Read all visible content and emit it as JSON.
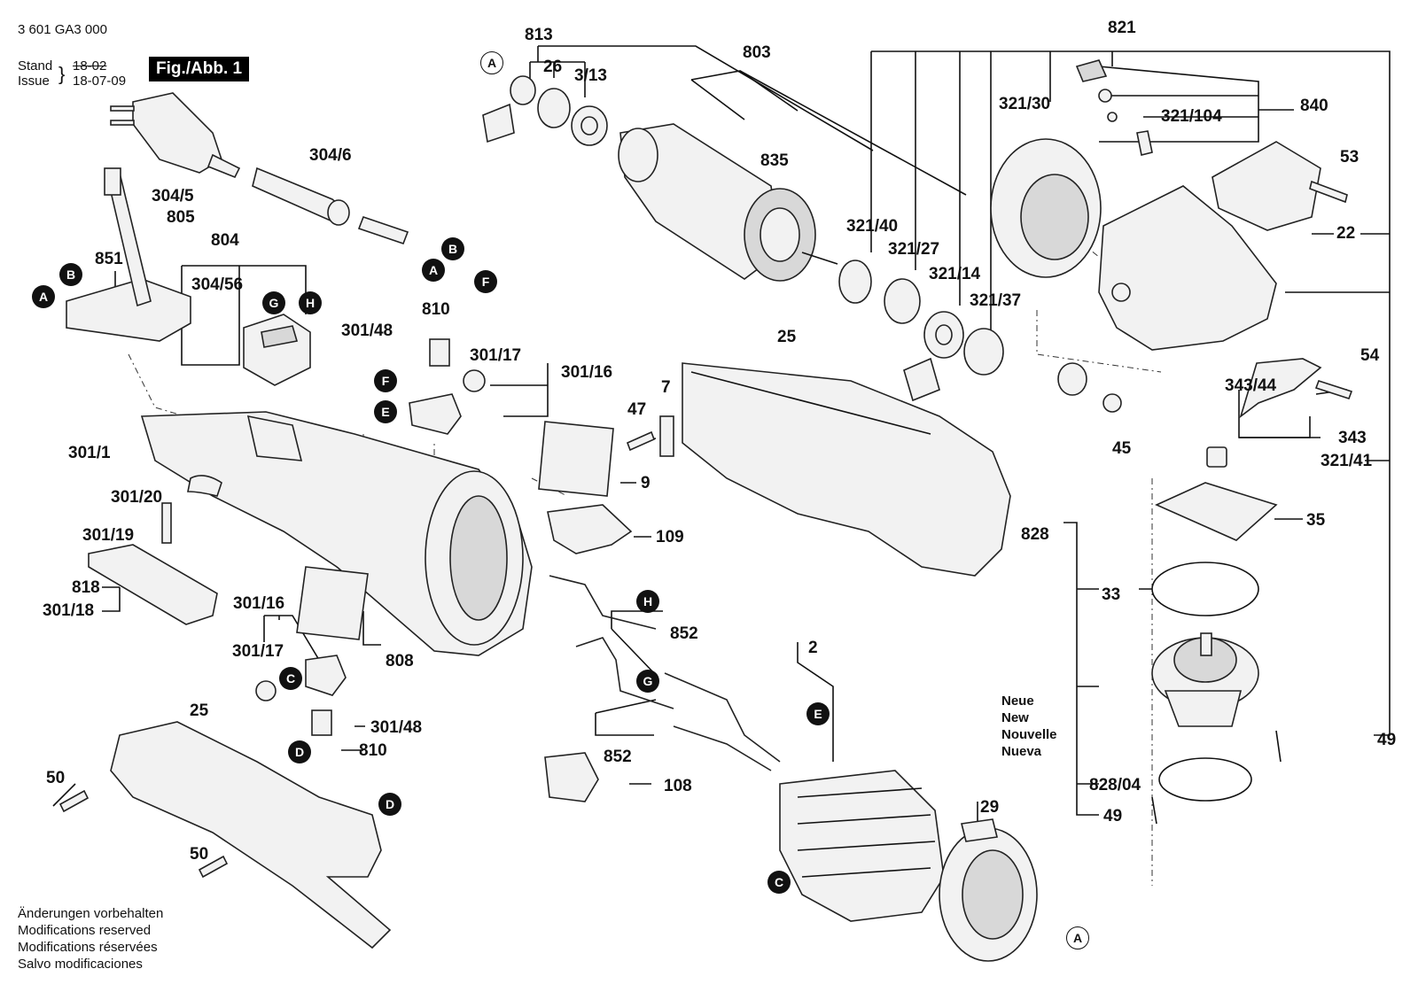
{
  "header": {
    "doc_number": "3 601 GA3 000",
    "stand_label": "Stand",
    "issue_label": "Issue",
    "stand_value": "18-02",
    "issue_value": "18-07-09",
    "figure_tag": "Fig./Abb. 1"
  },
  "part_labels": {
    "p813": "813",
    "p26": "26",
    "p3_13": "3/13",
    "p803": "803",
    "p835": "835",
    "p821": "821",
    "p321_30": "321/30",
    "p321_104": "321/104",
    "p840": "840",
    "p53": "53",
    "p22": "22",
    "p321_40": "321/40",
    "p321_27": "321/27",
    "p321_14": "321/14",
    "p321_37": "321/37",
    "p304_6": "304/6",
    "p304_5": "304/5",
    "p805": "805",
    "p804": "804",
    "p304_56": "304/56",
    "p851": "851",
    "p810a": "810",
    "p301_48a": "301/48",
    "p301_17a": "301/17",
    "p301_16a": "301/16",
    "p25a": "25",
    "p47": "47",
    "p7": "7",
    "p9": "9",
    "p109": "109",
    "p301_1": "301/1",
    "p301_20": "301/20",
    "p301_19": "301/19",
    "p818": "818",
    "p301_18": "301/18",
    "p301_16b": "301/16",
    "p301_17b": "301/17",
    "p301_48b": "301/48",
    "p810b": "810",
    "p808": "808",
    "p852a": "852",
    "p852b": "852",
    "p2": "2",
    "p108": "108",
    "p29": "29",
    "p25b": "25",
    "p50a": "50",
    "p50b": "50",
    "p54": "54",
    "p343_44": "343/44",
    "p343": "343",
    "p45": "45",
    "p321_41": "321/41",
    "p35": "35",
    "p828": "828",
    "p33": "33",
    "p49a": "49",
    "p828_04": "828/04",
    "p49b": "49"
  },
  "callouts": {
    "A": "A",
    "B": "B",
    "C": "C",
    "D": "D",
    "E": "E",
    "F": "F",
    "G": "G",
    "H": "H"
  },
  "neue_note": [
    "Neue",
    "New",
    "Nouvelle",
    "Nueva"
  ],
  "footer_note": [
    "Änderungen vorbehalten",
    "Modifications reserved",
    "Modifications réservées",
    "Salvo modificaciones"
  ]
}
